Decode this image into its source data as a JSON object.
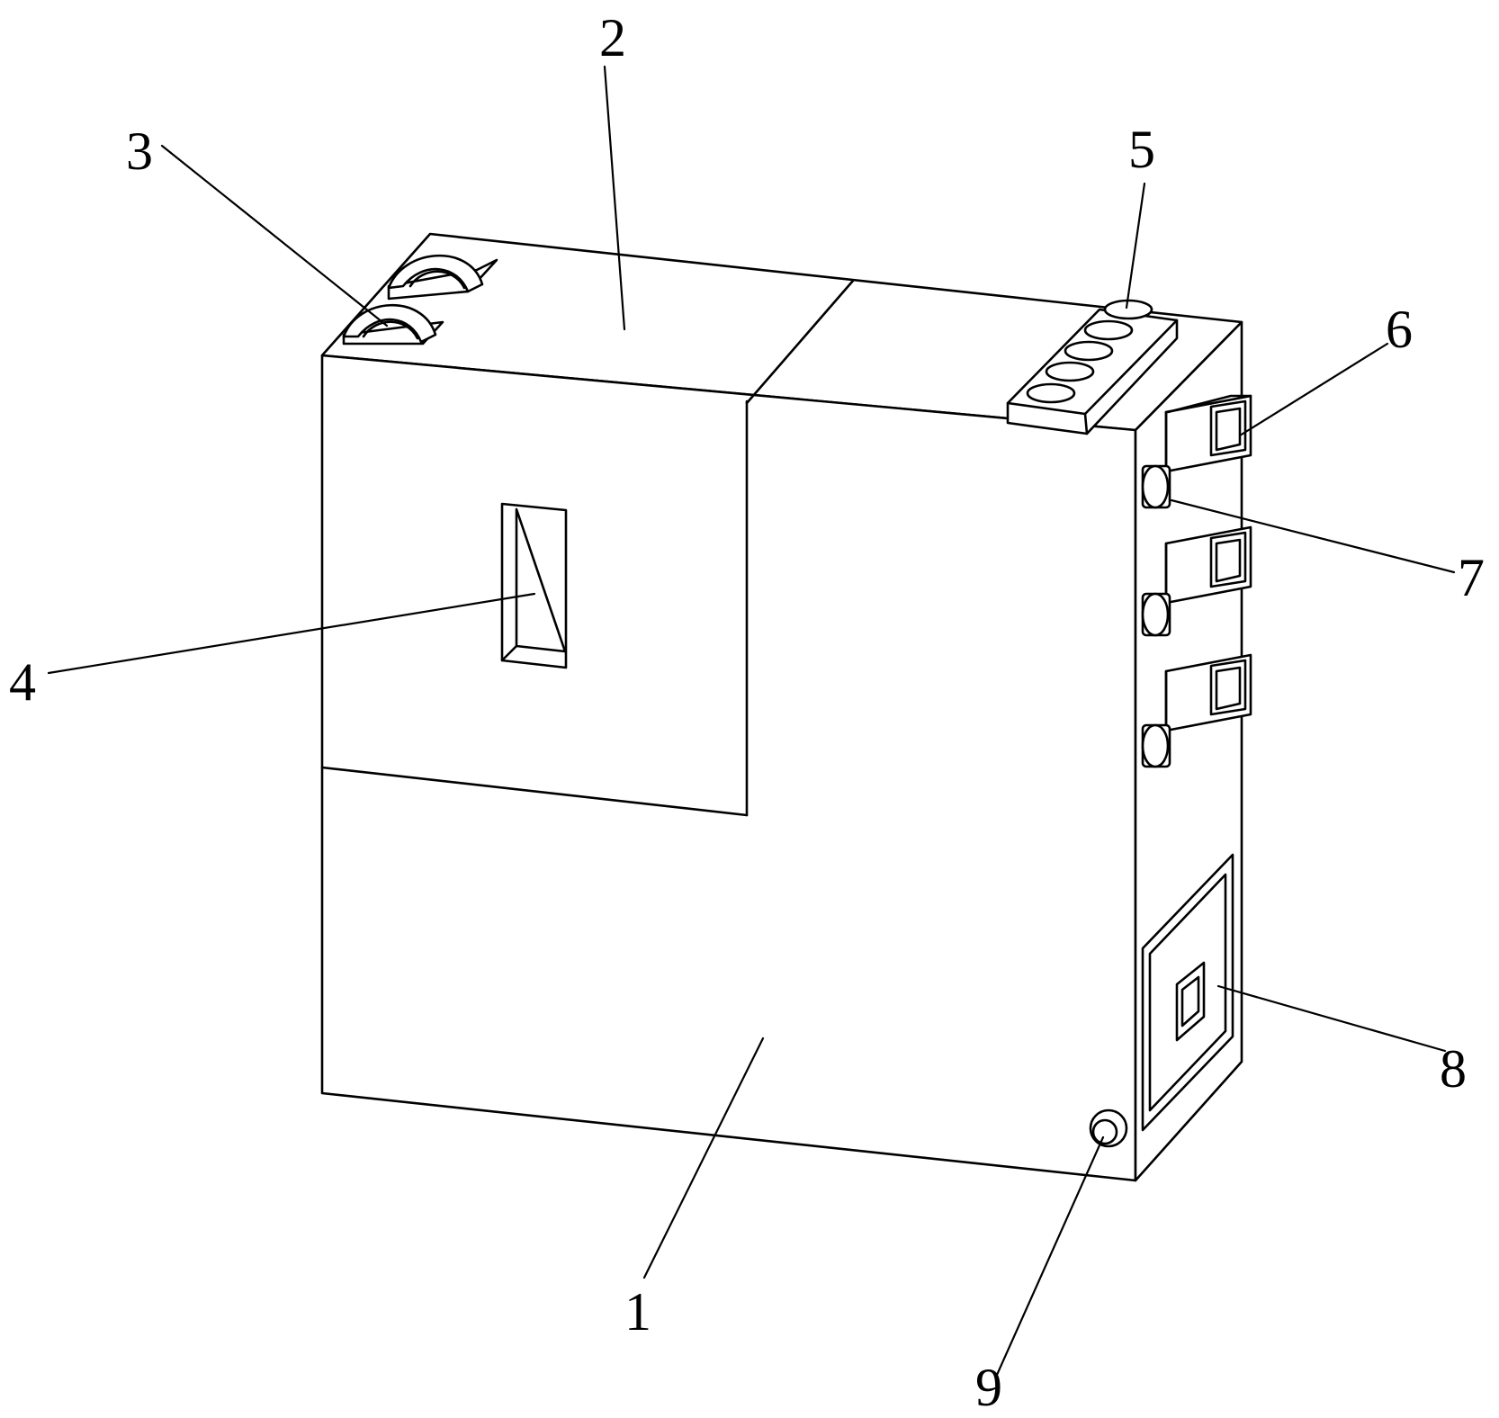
{
  "diagram": {
    "callouts": [
      {
        "id": "main-body",
        "label": "1"
      },
      {
        "id": "top-cover",
        "label": "2"
      },
      {
        "id": "top-vent-hoods",
        "label": "3"
      },
      {
        "id": "front-window",
        "label": "4"
      },
      {
        "id": "top-button-strip",
        "label": "5"
      },
      {
        "id": "side-connector-boxes",
        "label": "6"
      },
      {
        "id": "side-knobs",
        "label": "7"
      },
      {
        "id": "side-access-panel",
        "label": "8"
      },
      {
        "id": "drain-plug",
        "label": "9"
      }
    ]
  }
}
